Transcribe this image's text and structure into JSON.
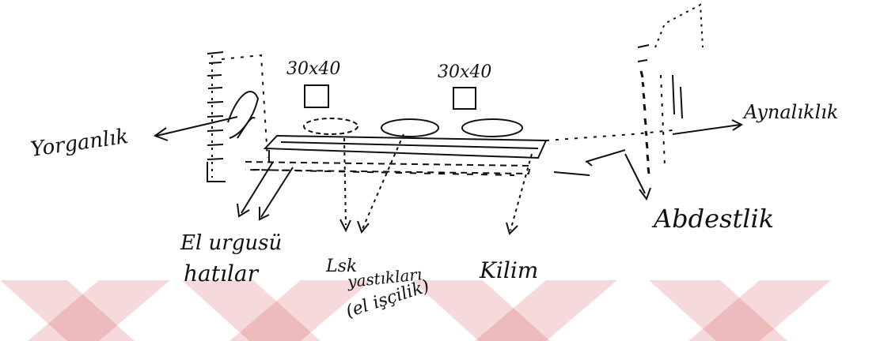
{
  "labels": {
    "left_dim": "30x40",
    "right_dim": "30x40",
    "yorganlik": "Yorganlık",
    "aynalik": "Aynalıklık",
    "abdestlik": "Abdestlik",
    "el_line1": "El urgusü",
    "el_line2": "hatılar",
    "kilim": "Kilim",
    "yastik_line1": "Lsk",
    "yastik_line2": "yastıkları",
    "yastik_line3": "(el işçilik)"
  },
  "watermark": {
    "color": "#c4161c"
  }
}
